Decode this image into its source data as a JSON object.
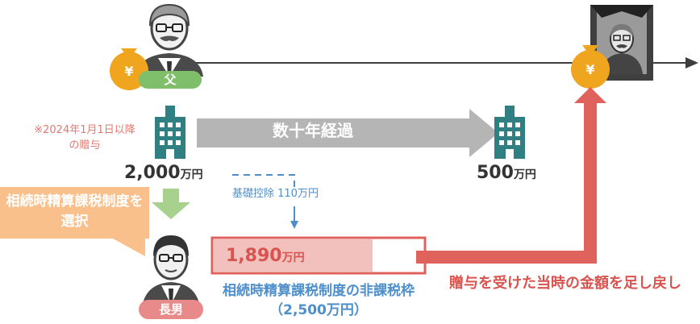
{
  "father_label": "父",
  "son_label": "長男",
  "yen_symbol": "¥",
  "gift_note": "※2024年1月1日以降の贈与",
  "decades_label": "数十年経過",
  "initial_amount": {
    "number": "2,000",
    "unit": "万円"
  },
  "later_amount": {
    "number": "500",
    "unit": "万円"
  },
  "basic_deduction": "基礎控除 110万円",
  "select_callout": "相続時精算課税制度を選択",
  "taxable_amount": {
    "number": "1,890",
    "unit": "万円"
  },
  "non_taxable_frame": "相続時精算課税制度の非課税枠（2,500万円）",
  "add_back_label": "贈与を受けた当時の金額を足し戻し",
  "colors": {
    "timeline": "#3d3d3d",
    "building": "#2f7f83",
    "decades_arrow": "#b5b5b5",
    "green_arrow": "#a9d18e",
    "callout": "#f9c08c",
    "return_arrow": "#e0625d",
    "bar_fill": "#f2c0bd",
    "bar_border": "#e0625d",
    "pill_green": "#7fbf6b",
    "pill_pink": "#e88a8a",
    "moneybag": "#f0a51e"
  }
}
